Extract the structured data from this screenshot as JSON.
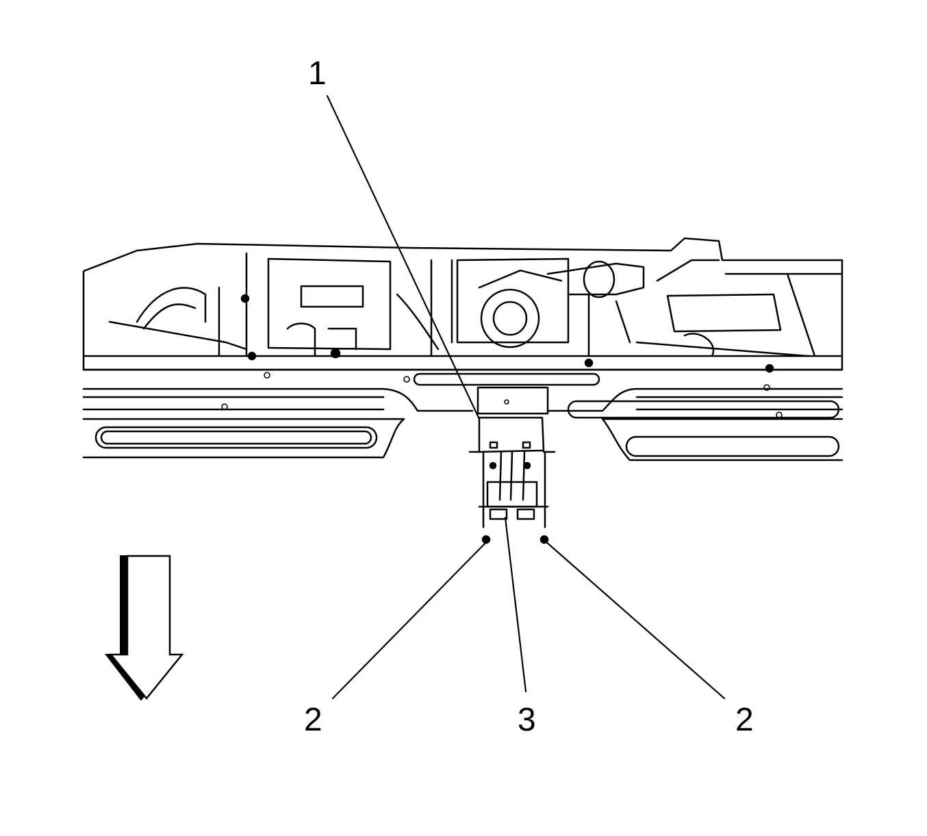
{
  "diagram": {
    "callouts": [
      {
        "id": "callout-1",
        "label": "1"
      },
      {
        "id": "callout-2-left",
        "label": "2"
      },
      {
        "id": "callout-3",
        "label": "3"
      },
      {
        "id": "callout-2-right",
        "label": "2"
      }
    ],
    "icons": [
      "direction-arrow-icon"
    ],
    "colors": {
      "ink": "#000000",
      "paper": "#ffffff"
    }
  }
}
